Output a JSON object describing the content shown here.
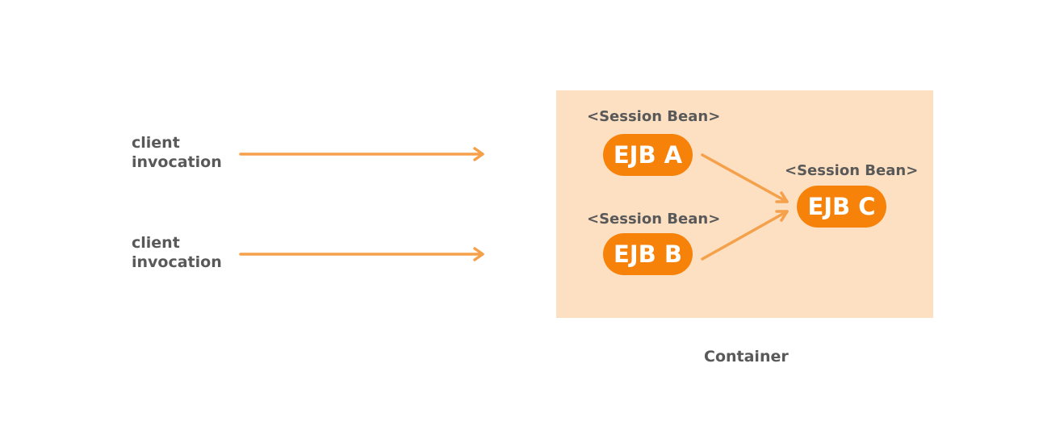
{
  "diagram": {
    "clients": [
      {
        "line1": "client",
        "line2": "invocation"
      },
      {
        "line1": "client",
        "line2": "invocation"
      }
    ],
    "container_label": "Container",
    "beans": [
      {
        "stereotype": "<Session Bean>",
        "name": "EJB A"
      },
      {
        "stereotype": "<Session Bean>",
        "name": "EJB B"
      },
      {
        "stereotype": "<Session Bean>",
        "name": "EJB C"
      }
    ],
    "edges": [
      {
        "from": "client-1",
        "to": "container"
      },
      {
        "from": "client-2",
        "to": "container"
      },
      {
        "from": "EJB A",
        "to": "EJB C"
      },
      {
        "from": "EJB B",
        "to": "EJB C"
      }
    ],
    "colors": {
      "arrow": "#f5a04a",
      "pill": "#f7820a",
      "container_fill": "#fde0c2",
      "text": "#595959"
    }
  }
}
